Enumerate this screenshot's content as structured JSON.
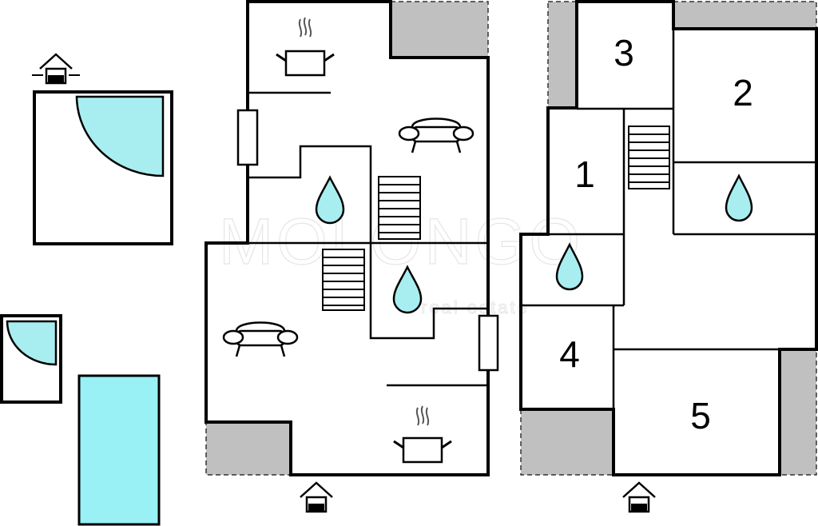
{
  "watermark": {
    "brand": "MOLONGO",
    "tagline": "real estate"
  },
  "rooms": [
    {
      "id": "room-1",
      "label": "1"
    },
    {
      "id": "room-2",
      "label": "2"
    },
    {
      "id": "room-3",
      "label": "3"
    },
    {
      "id": "room-4",
      "label": "4"
    },
    {
      "id": "room-5",
      "label": "5"
    }
  ],
  "icons": {
    "entrance": "house-entrance-icon",
    "kitchen": "cooking-pot-icon",
    "living": "sofa-icon",
    "bathroom": "water-drop-icon",
    "stairs": "stairs-icon",
    "pool": "swimming-pool-icon",
    "window": "window-icon"
  },
  "colors": {
    "water": "#a8eef0",
    "pool": "#99f0f5",
    "exterior": "#c0c0c0",
    "wall": "#000000"
  }
}
